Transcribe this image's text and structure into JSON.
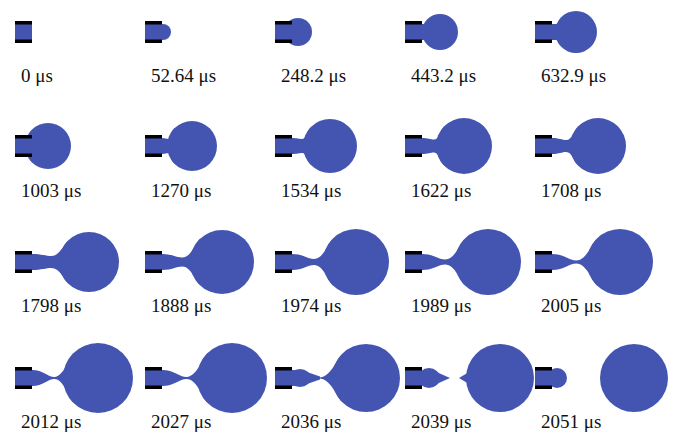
{
  "diagram": {
    "labels": [
      "0 μs",
      "52.64 μs",
      "248.2 μs",
      "443.2 μs",
      "632.9 μs",
      "1003 μs",
      "1270 μs",
      "1534 μs",
      "1622 μs",
      "1708 μs",
      "1798 μs",
      "1888 μs",
      "1974 μs",
      "1989 μs",
      "2005 μs",
      "2012 μs",
      "2027 μs",
      "2036 μs",
      "2039 μs",
      "2051 μs"
    ]
  }
}
